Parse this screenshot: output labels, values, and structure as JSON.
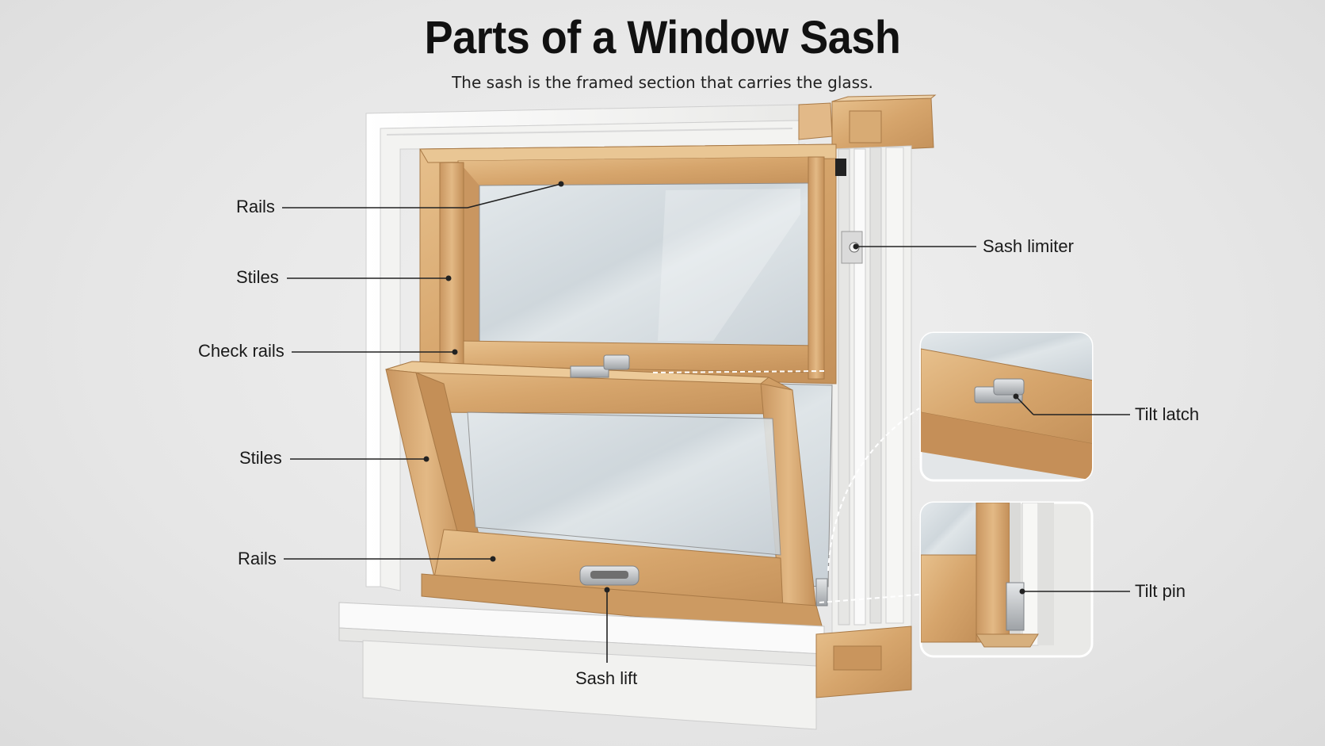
{
  "title": "Parts of a Window Sash",
  "subtitle": "The sash is the framed section that carries the glass.",
  "labels": {
    "rails_top": "Rails",
    "stiles_top": "Stiles",
    "check_rails": "Check rails",
    "stiles_bottom": "Stiles",
    "rails_bottom": "Rails",
    "sash_lift": "Sash lift",
    "sash_limiter": "Sash limiter",
    "tilt_latch": "Tilt latch",
    "tilt_pin": "Tilt pin"
  },
  "colors": {
    "wood": "#d9ab74",
    "wood_dark": "#b9874f",
    "frame_white": "#f6f6f4",
    "glass": "#d4dbe0",
    "metal": "#b5b8bb",
    "leader": "#222222"
  }
}
